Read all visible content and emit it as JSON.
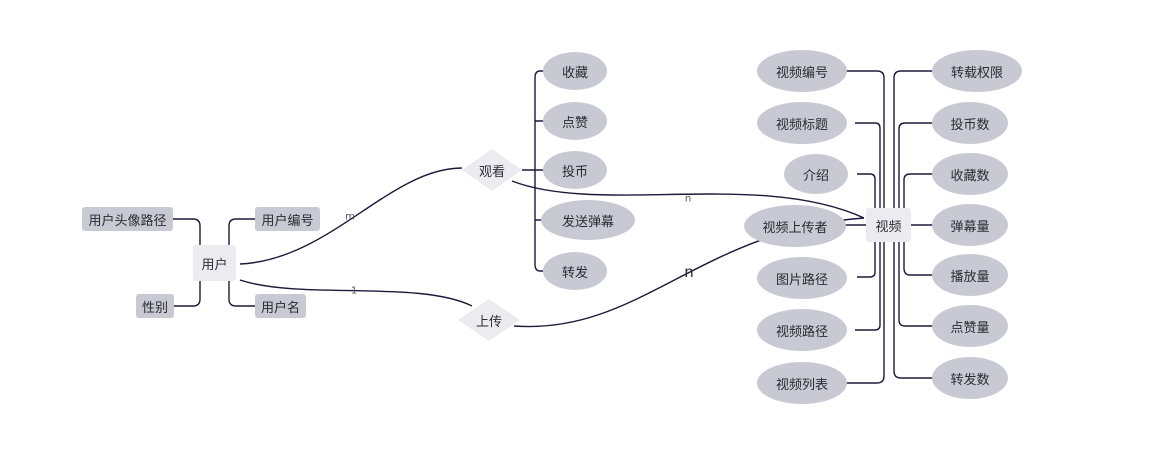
{
  "entities": {
    "user": "用户",
    "video": "视频"
  },
  "relationships": {
    "watch": "观看",
    "upload": "上传"
  },
  "user_attributes": {
    "avatar_path": "用户头像路径",
    "gender": "性别",
    "user_id": "用户编号",
    "username": "用户名"
  },
  "watch_actions": [
    "收藏",
    "点赞",
    "投币",
    "发送弹幕",
    "转发"
  ],
  "video_left_attributes": [
    "视频编号",
    "视频标题",
    "介绍",
    "视频上传者",
    "图片路径",
    "视频路径",
    "视频列表"
  ],
  "video_right_attributes": [
    "转载权限",
    "投币数",
    "收藏数",
    "弹幕量",
    "播放量",
    "点赞量",
    "转发数"
  ],
  "cardinality": {
    "user_watch": "m",
    "watch_video": "n",
    "user_upload": "1",
    "upload_video": "n"
  },
  "colors": {
    "line": "#1a1a3a",
    "attribute_fill": "#c9c9d3",
    "entity_fill": "#ececf0",
    "relationship_fill": "#ececf0"
  }
}
